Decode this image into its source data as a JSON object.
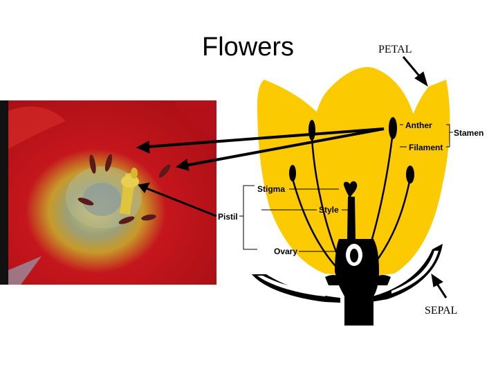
{
  "slide": {
    "title": "Flowers"
  },
  "diagram": {
    "labels": {
      "petal": "PETAL",
      "sepal": "SEPAL",
      "anther": "Anther",
      "filament": "Filament",
      "stamen": "Stamen",
      "stigma": "Stigma",
      "style": "Style",
      "pistil": "Pistil",
      "ovary": "Ovary"
    }
  },
  "colors": {
    "petal_yellow": "#FCCA00",
    "photo_red": "#C4161C",
    "outline_black": "#000000"
  }
}
